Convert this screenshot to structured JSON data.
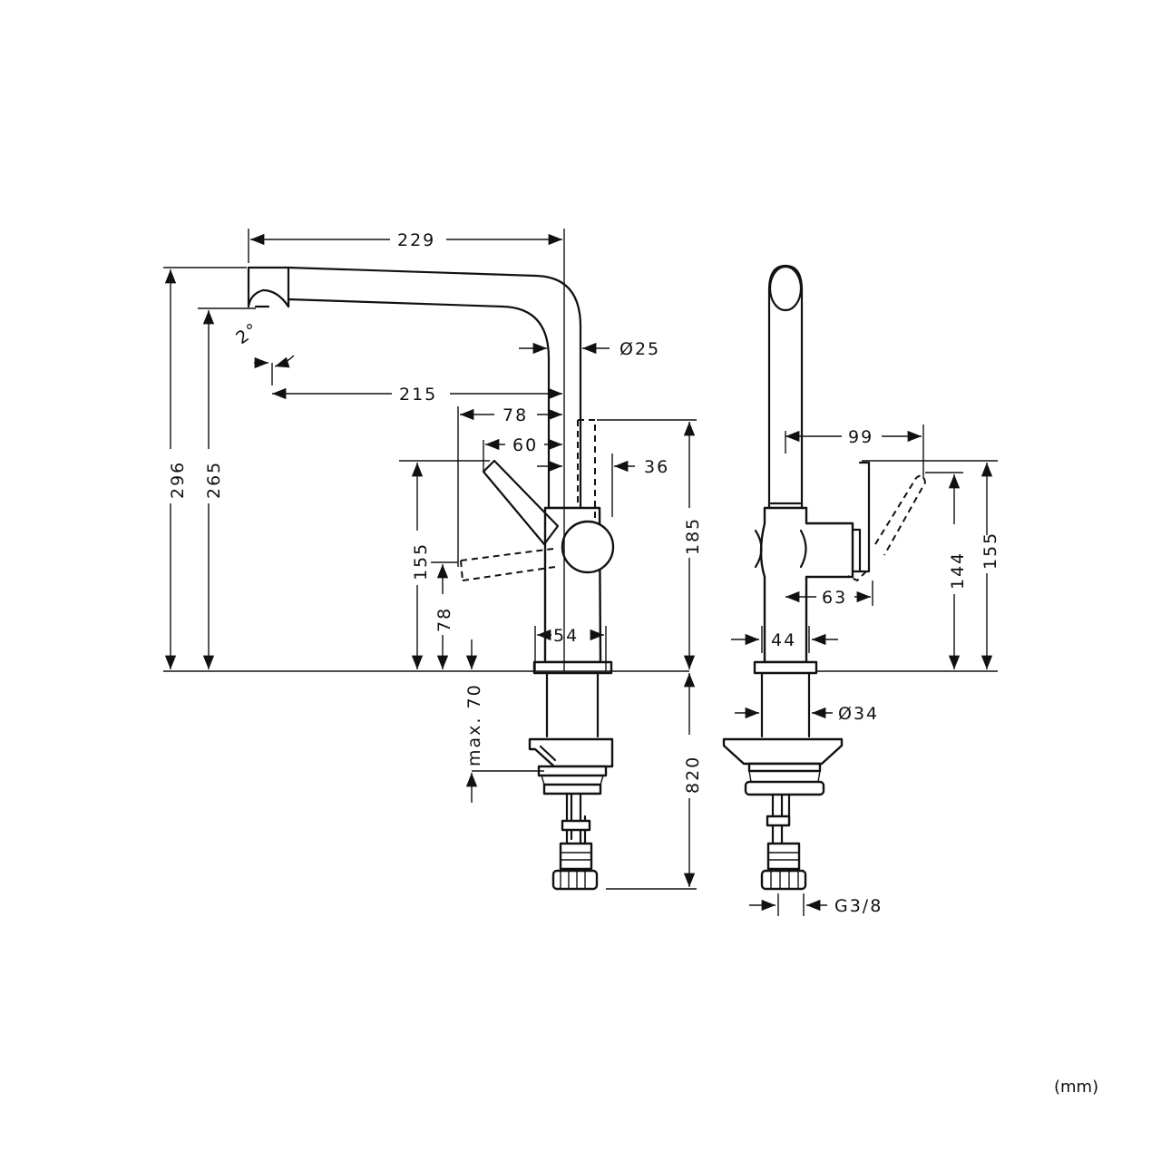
{
  "units_label": "(mm)",
  "side_view": {
    "width_spout": "229",
    "spout_reach": "215",
    "total_height": "296",
    "spout_height": "265",
    "angle": "2°",
    "pipe_diameter": "Ø25",
    "lever_78": "78",
    "lever_60": "60",
    "lever_36": "36",
    "height_185": "185",
    "height_155": "155",
    "height_78": "78",
    "base_width": "54",
    "deck_thickness": "max. 70",
    "hose_length": "820"
  },
  "front_view": {
    "lever_reach": "99",
    "body_depth": "63",
    "base_width": "44",
    "shank_diameter": "Ø34",
    "connection": "G3/8",
    "height_144": "144",
    "height_155": "155"
  }
}
